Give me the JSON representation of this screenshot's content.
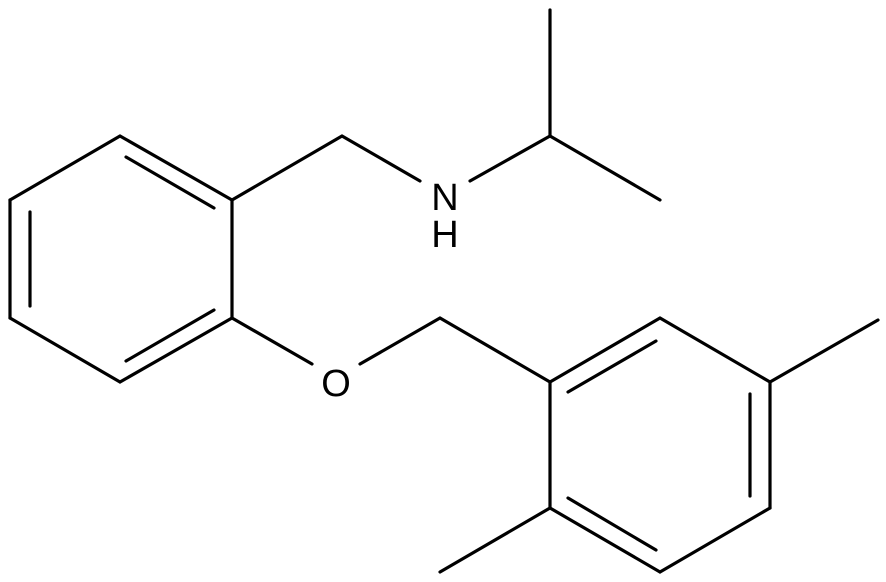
{
  "molecule": {
    "atom_labels": {
      "nitrogen": "N",
      "nitrogen_hydrogen": "H",
      "oxygen": "O"
    },
    "colors": {
      "bond": "#000000",
      "label": "#000000",
      "background": "#ffffff"
    }
  }
}
